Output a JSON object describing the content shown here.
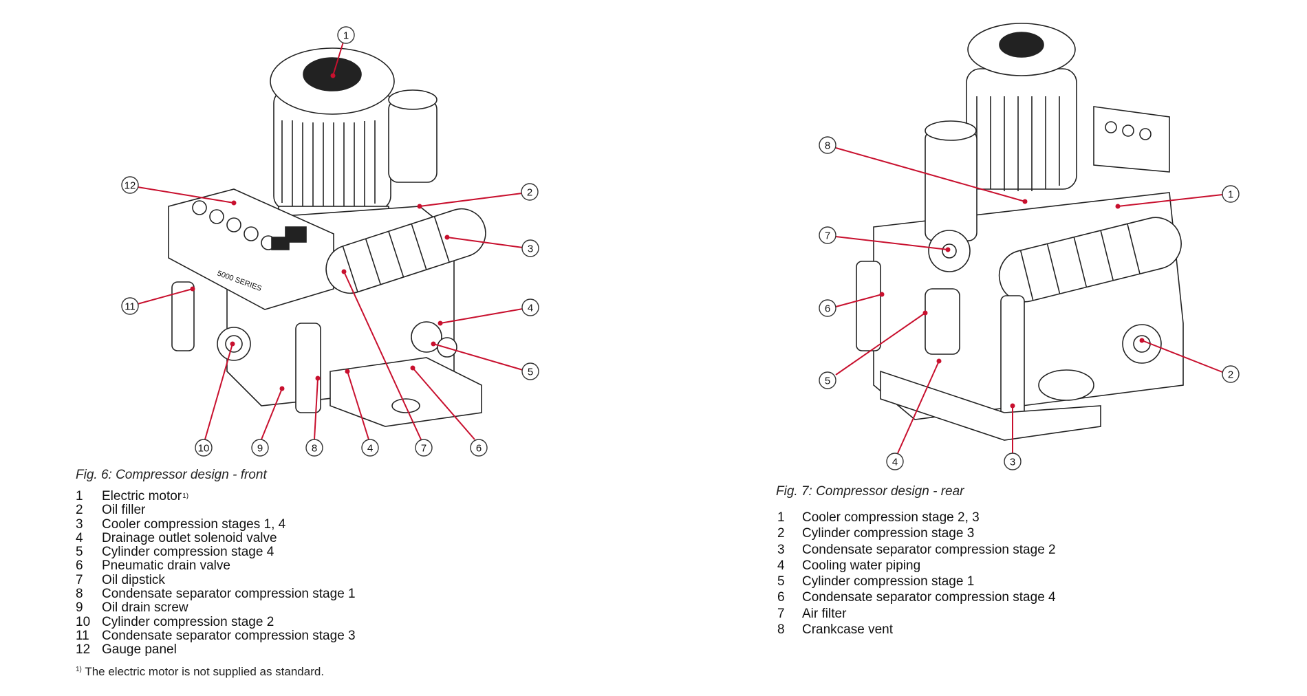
{
  "fig_front": {
    "caption": "Fig. 6: Compressor design - front",
    "items": [
      {
        "num": "1",
        "label": "Electric motor",
        "sup": "1)"
      },
      {
        "num": "2",
        "label": "Oil filler"
      },
      {
        "num": "3",
        "label": "Cooler compression stages 1, 4"
      },
      {
        "num": "4",
        "label": "Drainage outlet solenoid valve"
      },
      {
        "num": "5",
        "label": "Cylinder compression stage 4"
      },
      {
        "num": "6",
        "label": "Pneumatic drain valve"
      },
      {
        "num": "7",
        "label": "Oil dipstick"
      },
      {
        "num": "8",
        "label": "Condensate separator compression stage 1"
      },
      {
        "num": "9",
        "label": "Oil drain screw"
      },
      {
        "num": "10",
        "label": "Cylinder compression stage 2"
      },
      {
        "num": "11",
        "label": "Condensate separator compression stage 3"
      },
      {
        "num": "12",
        "label": "Gauge panel"
      }
    ],
    "footnote_mark": "1)",
    "footnote": "The electric motor is not supplied as standard."
  },
  "fig_rear": {
    "caption": "Fig. 7: Compressor design - rear",
    "items": [
      {
        "num": "1",
        "label": "Cooler compression stage 2, 3"
      },
      {
        "num": "2",
        "label": "Cylinder compression stage 3"
      },
      {
        "num": "3",
        "label": "Condensate separator compression stage 2"
      },
      {
        "num": "4",
        "label": "Cooling water piping"
      },
      {
        "num": "5",
        "label": "Cylinder compression stage 1"
      },
      {
        "num": "6",
        "label": "Condensate separator compression stage 4"
      },
      {
        "num": "7",
        "label": "Air filter"
      },
      {
        "num": "8",
        "label": "Crankcase vent"
      }
    ]
  },
  "plate_text": "5000 SERIES",
  "colors": {
    "leader": "#c8102e",
    "line": "#222222"
  }
}
